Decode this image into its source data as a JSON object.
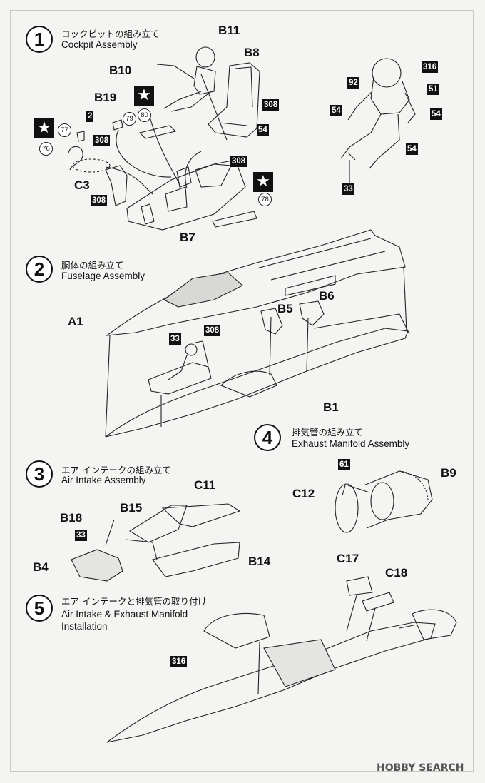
{
  "steps": [
    {
      "number": "1",
      "title_jp": "コックピットの組み立て",
      "title_en": "Cockpit Assembly"
    },
    {
      "number": "2",
      "title_jp": "胴体の組み立て",
      "title_en": "Fuselage Assembly"
    },
    {
      "number": "3",
      "title_jp": "エア インテークの組み立て",
      "title_en": "Air Intake Assembly"
    },
    {
      "number": "4",
      "title_jp": "排気管の組み立て",
      "title_en": "Exhaust Manifold Assembly"
    },
    {
      "number": "5",
      "title_jp": "エア インテークと排気管の取り付け",
      "title_en": "Air Intake & Exhaust Manifold",
      "title_en_2": "Installation"
    }
  ],
  "parts": {
    "b11": "B11",
    "b8": "B8",
    "b10": "B10",
    "b19": "B19",
    "c3": "C3",
    "b7": "B7",
    "a1": "A1",
    "b5": "B5",
    "b6": "B6",
    "b1": "B1",
    "c11": "C11",
    "b15": "B15",
    "b18": "B18",
    "b4": "B4",
    "b14": "B14",
    "c12": "C12",
    "b9": "B9",
    "c17": "C17",
    "c18": "C18"
  },
  "paints": {
    "p308_seat": "308",
    "p54_seat": "54",
    "p2": "2",
    "p308_b19": "308",
    "p308_tub": "308",
    "p308_c3": "308",
    "p316_pilot": "316",
    "p92": "92",
    "p51": "51",
    "p54_l": "54",
    "p54_r": "54",
    "p54_leg": "54",
    "p33_pilot": "33",
    "p33_canopy": "33",
    "p308_canopy": "308",
    "p33_b18": "33",
    "p61": "61",
    "p316_intake": "316"
  },
  "decals": {
    "d77": "77",
    "d76": "76",
    "d79": "79",
    "d80": "80",
    "d78": "78"
  },
  "icons": {
    "star": "★"
  },
  "watermark": "HOBBY SEARCH"
}
